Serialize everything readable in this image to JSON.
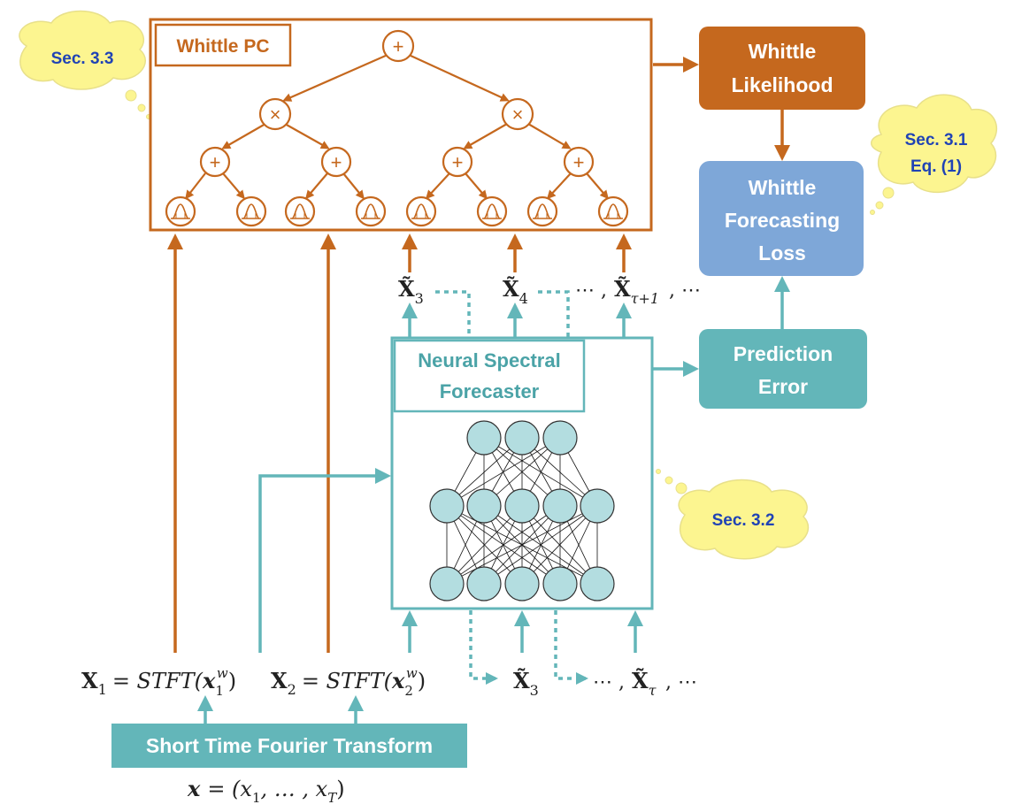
{
  "callouts": {
    "sec33": "Sec. 3.3",
    "sec31_line1": "Sec. 3.1",
    "sec31_line2": "Eq. (1)",
    "sec32": "Sec. 3.2"
  },
  "whittle_pc": {
    "label": "Whittle PC",
    "sum_symbol": "+",
    "product_symbol": "×"
  },
  "boxes": {
    "likelihood_line1": "Whittle",
    "likelihood_line2": "Likelihood",
    "loss_line1": "Whittle",
    "loss_line2": "Forecasting",
    "loss_line3": "Loss",
    "error_line1": "Prediction",
    "error_line2": "Error",
    "forecaster_line1": "Neural Spectral",
    "forecaster_line2": "Forecaster",
    "stft": "Short Time Fourier Transform"
  },
  "math": {
    "pred_top_x3": "X̃",
    "pred_top_x3_sub": "3",
    "pred_top_x4": "X̃",
    "pred_top_x4_sub": "4",
    "pred_top_dots": "⋯ ,",
    "pred_top_xtau": "X̃",
    "pred_top_xtau_sub": "τ+1",
    "pred_top_tail": ", ⋯",
    "x1_lhs": "X",
    "x1_lhs_sub": "1",
    "x1_rhs": "= STFT(",
    "x1_arg": "x",
    "x1_arg_sub": "1",
    "x1_arg_sup": "w",
    "close_paren": ")",
    "x2_lhs": "X",
    "x2_lhs_sub": "2",
    "x2_rhs": "= STFT(",
    "x2_arg": "x",
    "x2_arg_sub": "2",
    "x2_arg_sup": "w",
    "bottom_x3": "X̃",
    "bottom_x3_sub": "3",
    "bottom_dots": "⋯ ,",
    "bottom_xtau": "X̃",
    "bottom_xtau_sub": "τ",
    "bottom_tail": ", ⋯",
    "series_lhs": "x",
    "series_rhs": "= (x",
    "series_sub1": "1",
    "series_mid": ", … , x",
    "series_subT": "T",
    "series_close": ")"
  },
  "colors": {
    "orange": "#C5681E",
    "blue_box": "#7EA7D8",
    "teal": "#63B6B9",
    "node_fill": "#B3DDE0",
    "cloud": "#FCF590",
    "callout_text": "#2043B5"
  }
}
